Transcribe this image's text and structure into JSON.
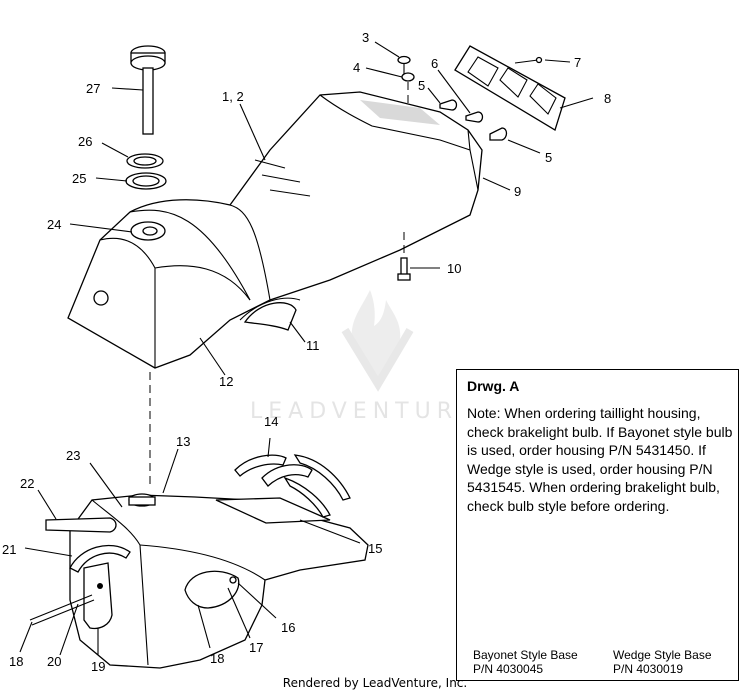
{
  "callouts": {
    "c1_2": "1, 2",
    "c3": "3",
    "c4": "4",
    "c5a": "5",
    "c5b": "5",
    "c6": "6",
    "c7": "7",
    "c8": "8",
    "c9": "9",
    "c10": "10",
    "c11": "11",
    "c12": "12",
    "c13": "13",
    "c14": "14",
    "c15": "15",
    "c16": "16",
    "c17": "17",
    "c18a": "18",
    "c18b": "18",
    "c19": "19",
    "c20": "20",
    "c21": "21",
    "c22": "22",
    "c23": "23",
    "c24": "24",
    "c25": "25",
    "c26": "26",
    "c27": "27"
  },
  "watermark": "LEADVENTURE",
  "note": {
    "title": "Drwg. A",
    "text": "Note: When ordering taillight housing, check brakelight bulb.  If Bayonet style bulb is  used, order housing P/N 5431450.  If Wedge style is used, order housing P/N 5431545.  When ordering brakelight bulb, check bulb style before ordering.",
    "bayonet_label": "Bayonet Style Base",
    "bayonet_pn": "P/N 4030045",
    "wedge_label": "Wedge Style Base",
    "wedge_pn": "P/N 4030019"
  },
  "footer": "Rendered by LeadVenture, Inc."
}
